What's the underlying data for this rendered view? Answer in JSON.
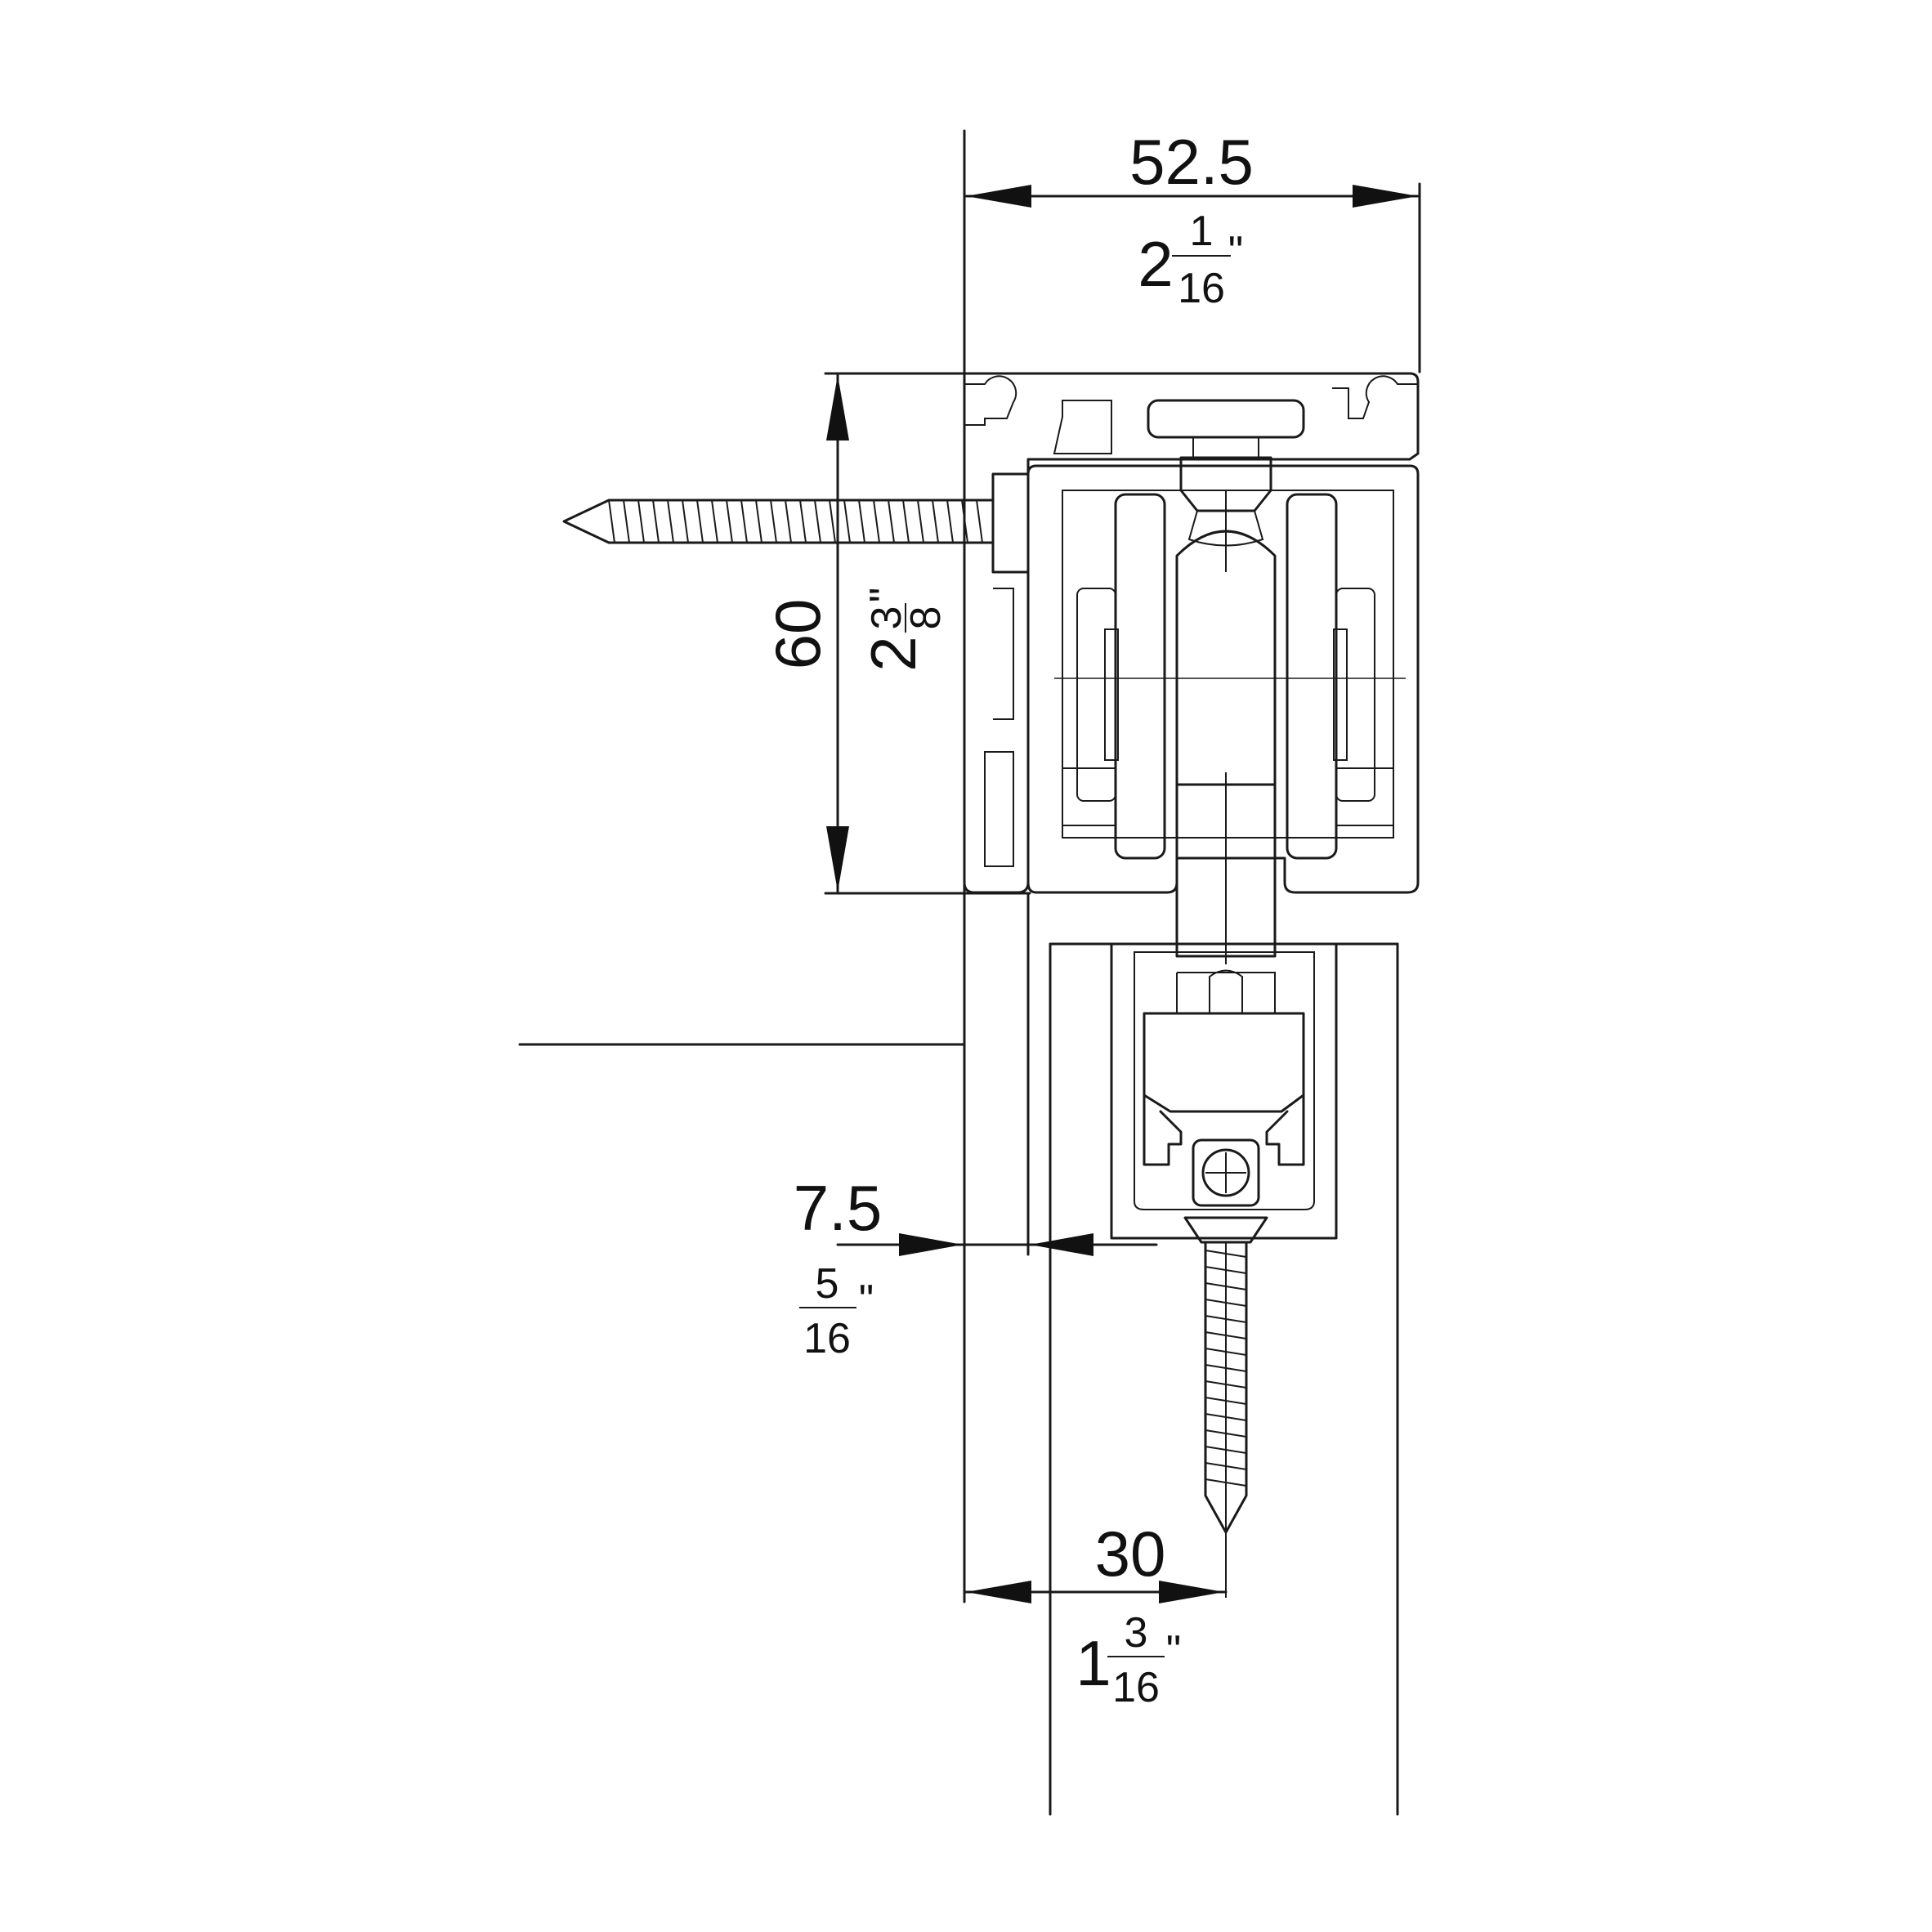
{
  "colors": {
    "line": "#1a1a1a",
    "background": "#ffffff"
  },
  "dimensions": {
    "top_width": {
      "metric": "52.5",
      "inch_whole": "2",
      "inch_num": "1",
      "inch_den": "16",
      "inch_mark": "\""
    },
    "height": {
      "metric": "60",
      "inch_whole": "2",
      "inch_num": "3",
      "inch_den": "8",
      "inch_mark": "\""
    },
    "offset": {
      "metric": "7.5",
      "inch_num": "5",
      "inch_den": "16",
      "inch_mark": "\""
    },
    "screw_position": {
      "metric": "30",
      "inch_whole": "1",
      "inch_num": "3",
      "inch_den": "16",
      "inch_mark": "\""
    }
  }
}
